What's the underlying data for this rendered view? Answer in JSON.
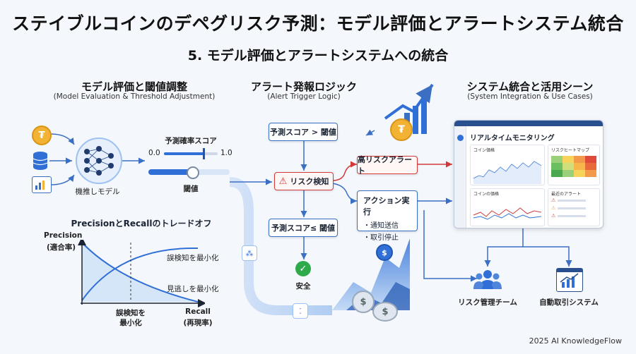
{
  "title": "ステイブルコインのデペグリスク予測：モデル評価とアラートシステム統合",
  "subtitle": "5. モデル評価とアラートシステムへの統合",
  "left": {
    "heading": "モデル評価と閾値調整",
    "heading_en": "(Model Evaluation & Threshold Adjustment)",
    "model_label": "機推しモデル",
    "slider_title": "予測確率スコア",
    "slider_min": "0.0",
    "slider_max": "1.0",
    "threshold_label": "閾値",
    "tradeoff_title": "PrecisionとRecallのトレードオフ",
    "y_label": "Precision",
    "y_label_jp": "(適合率)",
    "x_label": "Recall",
    "x_label_jp": "(再現率)",
    "curve1_label": "誤検知を最小化",
    "curve2_label": "見逃しを最小化",
    "bottom_label_1": "誤検知を",
    "bottom_label_2": "最小化"
  },
  "middle": {
    "heading": "アラート発報ロジック",
    "heading_en": "(Alert Trigger Logic)",
    "cond_high": "予測スコア > 閾値",
    "risk_detect": "リスク検知",
    "cond_low": "予測スコア≤ 閾値",
    "safe_label": "安全",
    "high_alert": "高リスクアラート",
    "action_title": "アクション実行",
    "action_items": [
      "・通知送信",
      "・取引停止"
    ]
  },
  "right": {
    "heading": "システム統合と活用シーン",
    "heading_en": "(System Integration & Use Cases)",
    "dashboard_title": "リアルタイムモニタリング",
    "panel1": "コイン価格",
    "panel2": "リスクヒートマップ",
    "panel3": "コインの価格",
    "panel4": "最近のアラート",
    "team_label": "リスク管理チーム",
    "auto_label": "自動取引システム"
  },
  "footer": "2025 AI KnowledgeFlow",
  "colors": {
    "accent": "#2f6fd6",
    "alert": "#d23a3a",
    "safe": "#2eaa4a"
  }
}
